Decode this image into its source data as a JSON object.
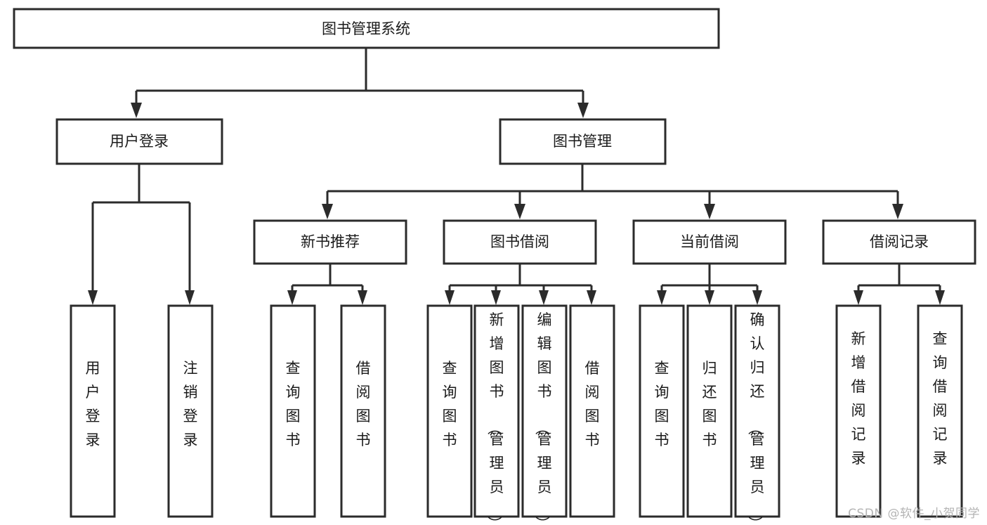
{
  "diagram": {
    "title": "图书管理系统",
    "type": "tree-hierarchy-diagram",
    "colors": {
      "box_stroke": "#2b2b2b",
      "box_fill": "#ffffff",
      "connector": "#2b2b2b",
      "text": "#1b1b1b",
      "watermark": "#b4b4b4",
      "background": "#ffffff"
    },
    "root": {
      "id": "root",
      "label": "图书管理系统"
    },
    "level2": [
      {
        "id": "user-login",
        "label": "用户登录"
      },
      {
        "id": "book-management",
        "label": "图书管理"
      }
    ],
    "level3": [
      {
        "id": "new-book-recommend",
        "label": "新书推荐"
      },
      {
        "id": "book-borrow",
        "label": "图书借阅"
      },
      {
        "id": "current-borrow",
        "label": "当前借阅"
      },
      {
        "id": "borrow-record",
        "label": "借阅记录"
      }
    ],
    "leaves": {
      "user-login": [
        {
          "id": "leaf-user-login",
          "label": "用户登录"
        },
        {
          "id": "leaf-logout-login",
          "label": "注销登录"
        }
      ],
      "new-book-recommend": [
        {
          "id": "leaf-query-book-1",
          "label": "查询图书"
        },
        {
          "id": "leaf-borrow-book-1",
          "label": "借阅图书"
        }
      ],
      "book-borrow": [
        {
          "id": "leaf-query-book-2",
          "label": "查询图书"
        },
        {
          "id": "leaf-add-book",
          "label": "新增图书（管理员）"
        },
        {
          "id": "leaf-edit-book",
          "label": "编辑图书（管理员）"
        },
        {
          "id": "leaf-borrow-book-2",
          "label": "借阅图书"
        }
      ],
      "current-borrow": [
        {
          "id": "leaf-query-book-3",
          "label": "查询图书"
        },
        {
          "id": "leaf-return-book",
          "label": "归还图书"
        },
        {
          "id": "leaf-confirm-return",
          "label": "确认归还（管理员）"
        }
      ],
      "borrow-record": [
        {
          "id": "leaf-add-record",
          "label": "新增借阅记录"
        },
        {
          "id": "leaf-query-record",
          "label": "查询借阅记录"
        }
      ]
    }
  },
  "watermark": {
    "text": "CSDN @软件_小贺同学"
  }
}
